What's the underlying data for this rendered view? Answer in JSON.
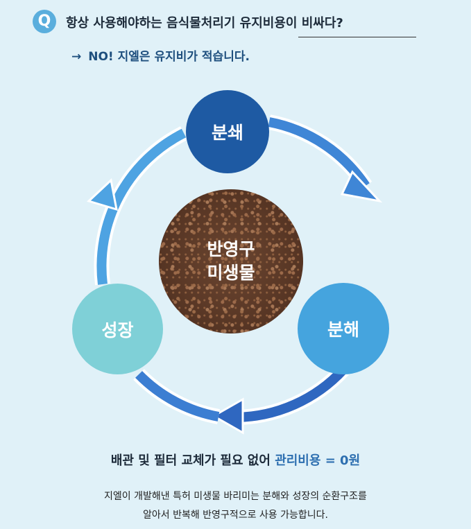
{
  "header": {
    "badge": "Q",
    "question_prefix": "항상 사용해야하는 음식물처리기 ",
    "question_highlight": "유지비용이 비싸다?",
    "answer_arrow": "→",
    "answer": "NO! 지엘은 유지비가 적습니다."
  },
  "cycle": {
    "center_line1": "반영구",
    "center_line2": "미생물",
    "nodes": {
      "crush": "분쇄",
      "decompose": "분해",
      "growth": "성장"
    },
    "colors": {
      "crush": "#1e5aa3",
      "decompose": "#45a4de",
      "growth": "#7fd0d7",
      "arrow_dark": "#2f67c0",
      "arrow_light": "#5bb6e6"
    }
  },
  "footer": {
    "summary_prefix": "배관 및 필터 교체가 필요 없어 ",
    "summary_cost": "관리비용 = 0원",
    "description_line1": "지엘이 개발해낸 특허 미생물 바리미는 분해와 성장의 순환구조를",
    "description_line2": "알아서 반복해 반영구적으로 사용 가능합니다."
  }
}
